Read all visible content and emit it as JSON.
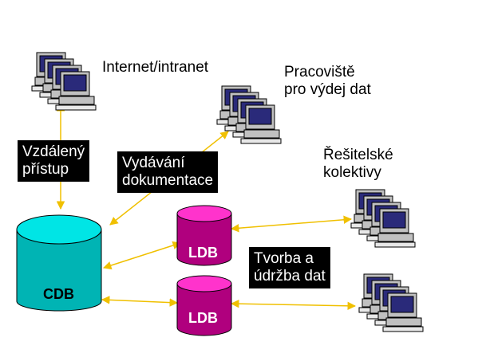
{
  "labels": {
    "internet": "Internet/intranet",
    "pracoviste_1": "Pracoviště",
    "pracoviste_2": "pro výdej dat",
    "resitelske_1": "Řešitelské",
    "resitelske_2": "kolektivy"
  },
  "boxes": {
    "vzdaleny_1": "Vzdálený",
    "vzdaleny_2": "přístup",
    "vydavani_1": "Vydávání",
    "vydavani_2": "dokumentace",
    "tvorba_1": "Tvorba a",
    "tvorba_2": "údržba dat"
  },
  "databases": {
    "cdb": "CDB",
    "ldb_top": "LDB",
    "ldb_bottom": "LDB"
  },
  "colors": {
    "cdb": "#00b4b4",
    "cdb_top": "#00e5e5",
    "ldb": "#b0007e",
    "ldb_top": "#ff33cc",
    "arrow": "#f0c000",
    "screen": "#2a2a7a"
  }
}
